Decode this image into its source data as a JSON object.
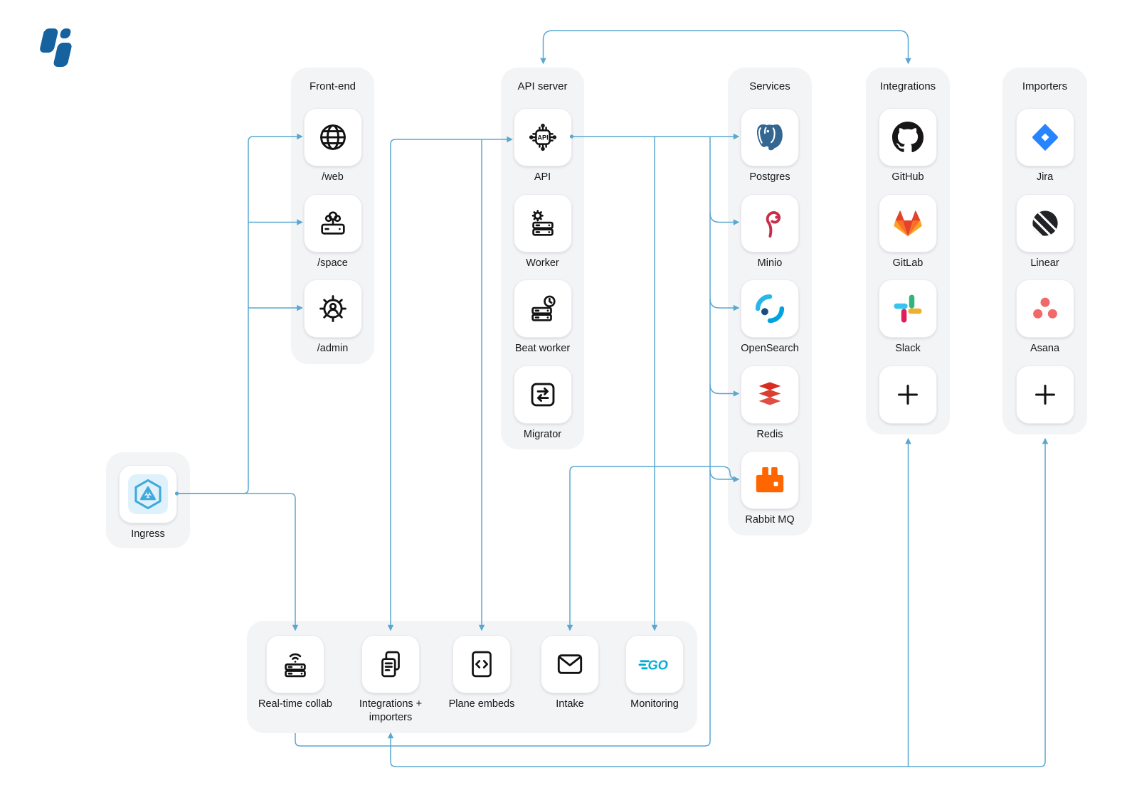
{
  "logo": {
    "name": "plane-logo"
  },
  "colors": {
    "canvas_bg": "#FFFFFF",
    "panel_bg": "#F3F4F6",
    "card_bg": "#FFFFFF",
    "connector": "#5AA7D0",
    "label_text": "#18181B",
    "logo_blue": "#15629E",
    "postgres_blue": "#336791",
    "minio_red": "#C72E49",
    "opensearch_blue": "#00A3E0",
    "redis_red": "#D82C20",
    "rabbitmq_orange": "#FF6600",
    "github_black": "#171515",
    "gitlab_orange": "#FC6D26",
    "slack_blue": "#36C5F0",
    "jira_blue": "#2684FF",
    "linear_black": "#222326",
    "asana_coral": "#F06A6A",
    "go_cyan": "#00ADD8",
    "ingress_blue": "#3FA9DC"
  },
  "icon_text": {
    "api": "API",
    "go": "GO"
  },
  "groups": [
    {
      "id": "front-end",
      "title": "Front-end",
      "nodes": [
        {
          "label": "/web",
          "icon": "globe-icon"
        },
        {
          "label": "/space",
          "icon": "space-server-icon"
        },
        {
          "label": "/admin",
          "icon": "admin-gear-icon"
        }
      ]
    },
    {
      "id": "api-server",
      "title": "API server",
      "nodes": [
        {
          "label": "API",
          "icon": "api-chip-icon"
        },
        {
          "label": "Worker",
          "icon": "worker-icon"
        },
        {
          "label": "Beat worker",
          "icon": "beat-worker-icon"
        },
        {
          "label": "Migrator",
          "icon": "migrator-icon"
        }
      ]
    },
    {
      "id": "services",
      "title": "Services",
      "nodes": [
        {
          "label": "Postgres",
          "icon": "postgres-icon"
        },
        {
          "label": "Minio",
          "icon": "minio-icon"
        },
        {
          "label": "OpenSearch",
          "icon": "opensearch-icon"
        },
        {
          "label": "Redis",
          "icon": "redis-icon"
        },
        {
          "label": "Rabbit MQ",
          "icon": "rabbitmq-icon"
        }
      ]
    },
    {
      "id": "integrations",
      "title": "Integrations",
      "nodes": [
        {
          "label": "GitHub",
          "icon": "github-icon"
        },
        {
          "label": "GitLab",
          "icon": "gitlab-icon"
        },
        {
          "label": "Slack",
          "icon": "slack-icon"
        },
        {
          "label": "",
          "name": "add-integration",
          "icon": "plus-icon"
        }
      ]
    },
    {
      "id": "importers",
      "title": "Importers",
      "nodes": [
        {
          "label": "Jira",
          "icon": "jira-icon"
        },
        {
          "label": "Linear",
          "icon": "linear-icon"
        },
        {
          "label": "Asana",
          "icon": "asana-icon"
        },
        {
          "label": "",
          "name": "add-importer",
          "icon": "plus-icon"
        }
      ]
    },
    {
      "id": "ingress",
      "title": "",
      "nodes": [
        {
          "label": "Ingress",
          "icon": "ingress-icon",
          "big": true
        }
      ]
    },
    {
      "id": "runtime",
      "title": "",
      "nodes": [
        {
          "label": "Real-time collab",
          "icon": "realtime-collab-icon"
        },
        {
          "label": "Integrations + importers",
          "icon": "integrations-importers-icon"
        },
        {
          "label": "Plane embeds",
          "icon": "plane-embeds-icon"
        },
        {
          "label": "Intake",
          "icon": "intake-icon"
        },
        {
          "label": "Monitoring",
          "icon": "go-monitoring-icon"
        }
      ]
    }
  ],
  "edges": [
    {
      "from": "API",
      "to": "Integrations"
    },
    {
      "from": "Ingress",
      "to": "/web"
    },
    {
      "from": "Ingress",
      "to": "/space"
    },
    {
      "from": "Ingress",
      "to": "/admin"
    },
    {
      "from": "Ingress",
      "to": "Real-time collab"
    },
    {
      "from": "Integrations + importers",
      "to": "API"
    },
    {
      "from": "Plane embeds",
      "to": "API"
    },
    {
      "from": "API",
      "to": "Postgres"
    },
    {
      "from": "Monitoring",
      "to": "API"
    },
    {
      "from": "Intake",
      "to": "Rabbit MQ"
    },
    {
      "from": "Real-time collab",
      "to": "Minio"
    },
    {
      "from": "Real-time collab",
      "to": "OpenSearch"
    },
    {
      "from": "Real-time collab",
      "to": "Redis"
    },
    {
      "from": "Real-time collab",
      "to": "Rabbit MQ"
    },
    {
      "from": "Integrations",
      "to": "Integrations + importers"
    },
    {
      "from": "Importers",
      "to": "Integrations + importers"
    }
  ]
}
